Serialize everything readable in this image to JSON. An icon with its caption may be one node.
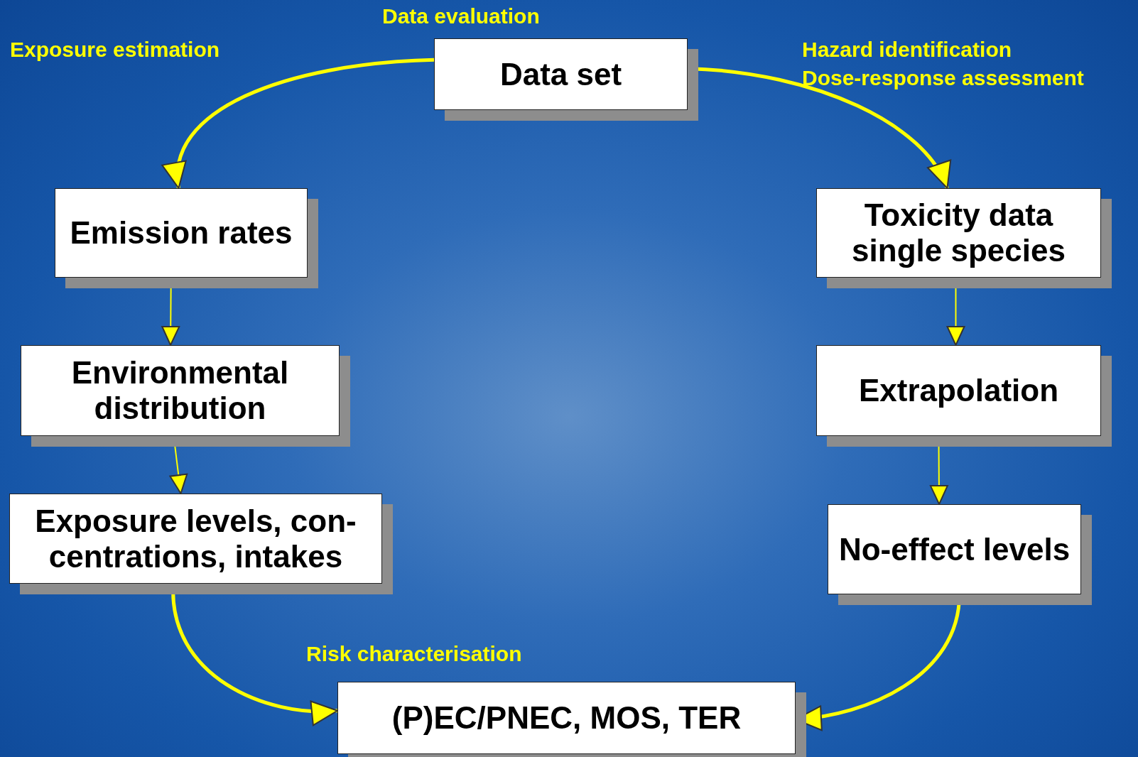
{
  "diagram": {
    "nodes": [
      {
        "text": [
          "Data set"
        ]
      },
      {
        "text": [
          "Emission rates"
        ]
      },
      {
        "text": [
          "Environmental distribution"
        ]
      },
      {
        "text": [
          "Exposure levels, con- centrations, intakes"
        ]
      },
      {
        "text": [
          "Toxicity data single species"
        ]
      },
      {
        "text": [
          "Extrapolation"
        ]
      },
      {
        "text": [
          "No-effect levels"
        ]
      },
      {
        "text": [
          "(P)EC/PNEC, MOS, TER"
        ]
      }
    ],
    "edges": [
      {
        "from": 0,
        "to": 1,
        "arrow": "to",
        "style": "thick"
      },
      {
        "from": 0,
        "to": 4,
        "arrow": "to",
        "style": "thick"
      },
      {
        "from": 1,
        "to": 2,
        "arrow": "to"
      },
      {
        "from": 2,
        "to": 3,
        "arrow": "to"
      },
      {
        "from": 4,
        "to": 5,
        "arrow": "to"
      },
      {
        "from": 5,
        "to": 6,
        "arrow": "to"
      },
      {
        "from": 3,
        "to": 7,
        "arrow": "to",
        "style": "thick"
      },
      {
        "from": 6,
        "to": 7,
        "arrow": "to",
        "style": "thick"
      }
    ],
    "labels": [
      "Data evaluation",
      "Exposure estimation",
      "Hazard identification",
      "Dose-response assessment",
      "Risk characterisation"
    ]
  }
}
